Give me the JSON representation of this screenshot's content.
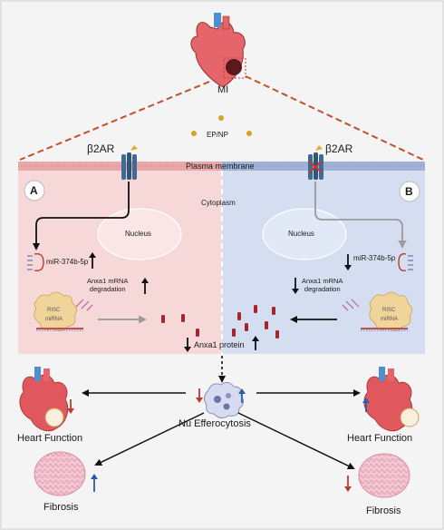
{
  "top": {
    "mi_label": "MI",
    "ligand_label": "EP/NP"
  },
  "receptors": {
    "left": "β2AR",
    "right": "β2AR"
  },
  "membrane_label": "Plasma membrane",
  "cytoplasm_label": "Cytoplasm",
  "panels": {
    "a": {
      "badge": "A",
      "nucleus": "Nucleus",
      "mirna": "miR-374b-5p",
      "mrna": "Anxa1 mRNA\ndegradation",
      "risc": "RISC",
      "risc_mirna": "miRNA"
    },
    "b": {
      "badge": "B",
      "nucleus": "Nucleus",
      "mirna": "miR-374b-5p",
      "mrna": "Anxa1 mRNA\ndegradation",
      "risc": "RISC",
      "risc_mirna": "miRNA"
    }
  },
  "center": {
    "protein": "Anxa1 protein",
    "efferocytosis": "Nu Efferocytosis"
  },
  "outcomes": {
    "left_heart": "Heart Function",
    "right_heart": "Heart Function",
    "left_fibrosis": "Fibrosis",
    "right_fibrosis": "Fibrosis"
  },
  "colors": {
    "panel_a": "#f7d8d8",
    "panel_b": "#d5def0",
    "dashed_line": "#c0522b",
    "up_arrow": "#2a5ea8",
    "down_arrow": "#c0392b"
  }
}
